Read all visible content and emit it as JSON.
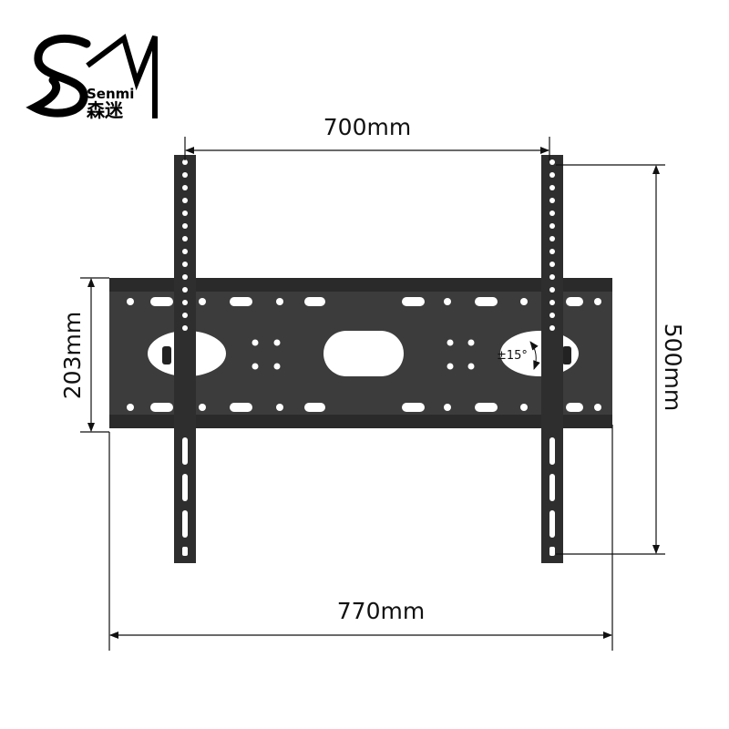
{
  "logo": {
    "brand_latin": "Senmi",
    "brand_cjk": "森迷",
    "monogram": "SM"
  },
  "dimensions": {
    "top_width": "700mm",
    "plate_height": "203mm",
    "upright_height": "500mm",
    "overall_width": "770mm"
  },
  "tilt_label": "±15°",
  "colors": {
    "bracket": "#3a3a3a",
    "bracket_dark": "#222222",
    "line": "#111111"
  }
}
